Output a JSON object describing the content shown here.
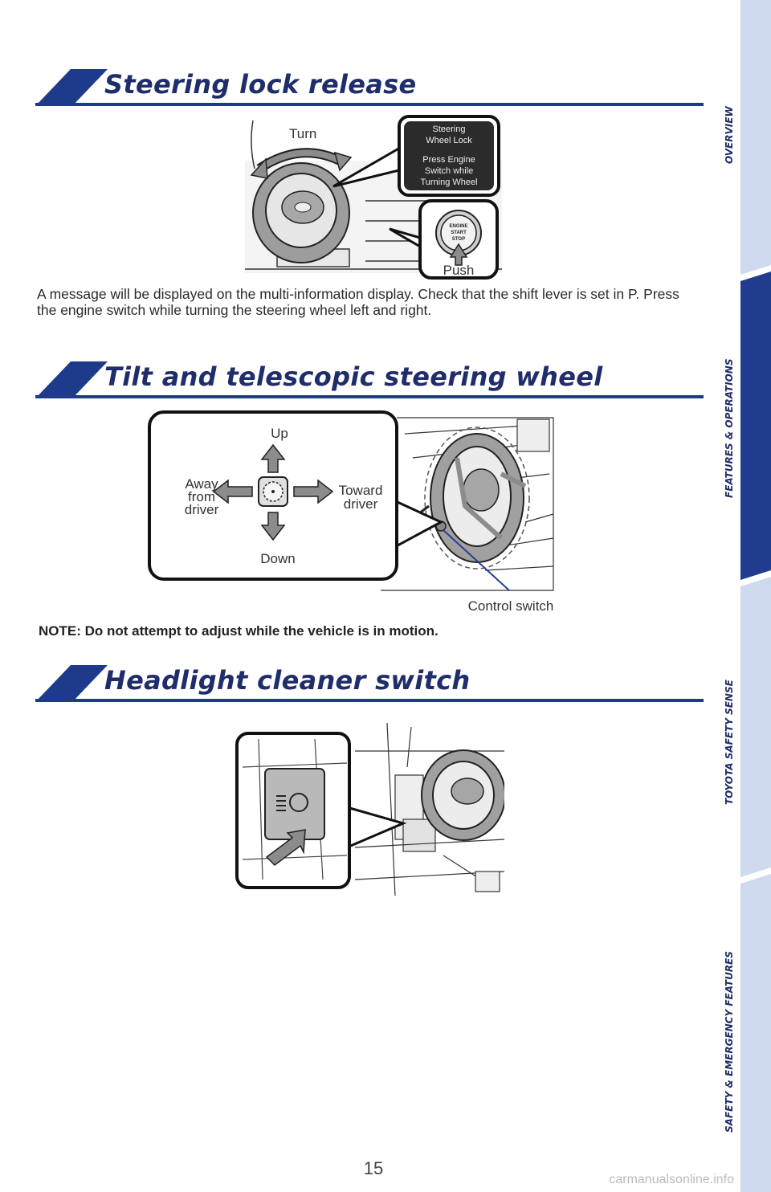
{
  "sections": {
    "steering_lock": {
      "title": "Steering lock release"
    },
    "tilt": {
      "title": "Tilt and telescopic steering wheel"
    },
    "headlight": {
      "title": "Headlight cleaner switch"
    }
  },
  "steering_figure": {
    "turn_label": "Turn",
    "push_label": "Push",
    "display_line1": "Steering",
    "display_line2": "Wheel Lock",
    "display_line3": "Press Engine",
    "display_line4": "Switch while",
    "display_line5": "Turning Wheel",
    "button_line1": "ENGINE",
    "button_line2": "START",
    "button_line3": "STOP"
  },
  "steering_text": "A message will be displayed on the multi-information display. Check that the shift lever is set in P. Press the engine switch while turning the steering wheel left and right.",
  "tilt_figure": {
    "up_label": "Up",
    "down_label": "Down",
    "away_line1": "Away",
    "away_line2": "from",
    "away_line3": "driver",
    "toward_line1": "Toward",
    "toward_line2": "driver",
    "control_switch_label": "Control switch"
  },
  "note_text": "NOTE: Do not attempt to adjust while the vehicle is in motion.",
  "page_number": "15",
  "sidebar_tabs": [
    "OVERVIEW",
    "FEATURES & OPERATIONS",
    "TOYOTA SAFETY SENSE",
    "SAFETY & EMERGENCY FEATURES"
  ],
  "sidebar_active_index": 1,
  "watermark": "carmanualsonline.info",
  "colors": {
    "brand_navy": "#1e3a8a",
    "tab_light": "#cfdaee",
    "tab_active": "#1f3c8f",
    "accent_blue": "#2a3f8f"
  }
}
